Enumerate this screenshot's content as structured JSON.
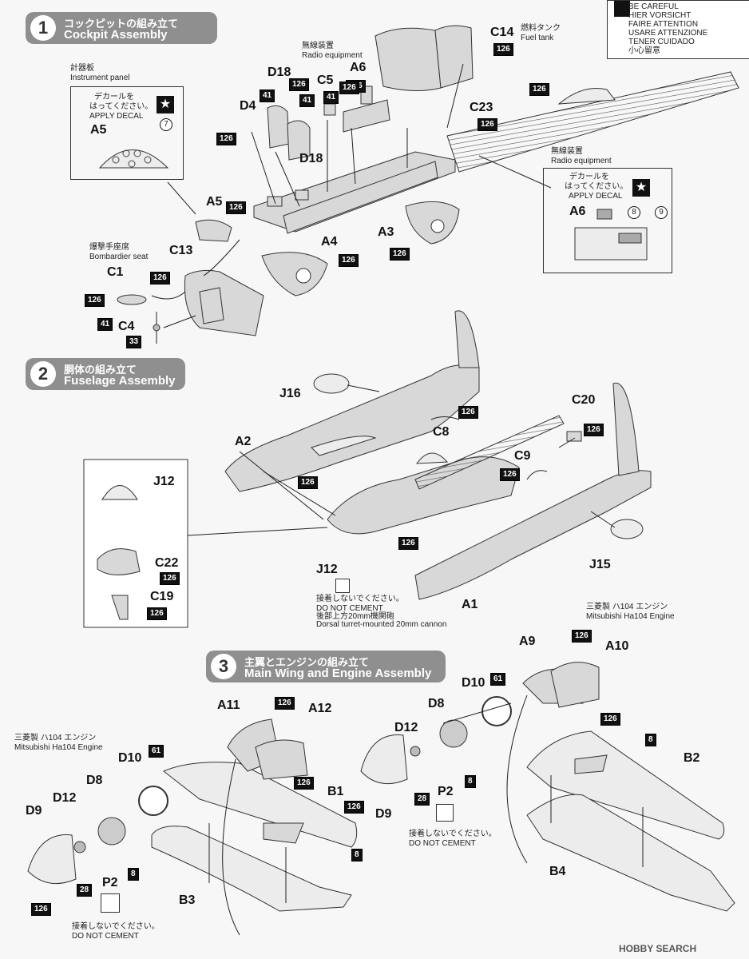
{
  "caution": {
    "lines": [
      "BE CAREFUL",
      "HIER VORSICHT",
      "FAIRE ATTENTION",
      "USARE ATTENZIONE",
      "TENER CUIDADO",
      "小心留意"
    ]
  },
  "steps": [
    {
      "num": "1",
      "jp": "コックピットの組み立て",
      "en": "Cockpit Assembly"
    },
    {
      "num": "2",
      "jp": "胴体の組み立て",
      "en": "Fuselage Assembly"
    },
    {
      "num": "3",
      "jp": "主翼とエンジンの組み立て",
      "en": "Main Wing and Engine Assembly"
    }
  ],
  "labels": {
    "instrument_panel_jp": "計器板",
    "instrument_panel_en": "Instrument panel",
    "apply_decal_jp1": "デカールを",
    "apply_decal_jp2": "はってください。",
    "apply_decal_en": "APPLY DECAL",
    "radio_jp": "無線装置",
    "radio_en": "Radio equipment",
    "fuel_jp": "燃料タンク",
    "fuel_en": "Fuel tank",
    "bombardier_jp": "爆撃手座席",
    "bombardier_en": "Bombardier seat",
    "no_cement_jp": "接着しないでください。",
    "no_cement_en": "DO NOT CEMENT",
    "cannon_jp": "後部上方20mm機関砲",
    "cannon_en": "Dorsal turret-mounted 20mm cannon",
    "engine_jp": "三菱製 ハ104 エンジン",
    "engine_en": "Mitsubishi Ha104 Engine"
  },
  "parts": {
    "a5": "A5",
    "a5b": "A5",
    "d18": "D18",
    "d18b": "D18",
    "c5": "C5",
    "a6": "A6",
    "a6b": "A6",
    "d4": "D4",
    "c14": "C14",
    "c23": "C23",
    "a4": "A4",
    "a3": "A3",
    "c13": "C13",
    "c1": "C1",
    "c4": "C4",
    "j16": "J16",
    "a2": "A2",
    "c8": "C8",
    "c20": "C20",
    "c9": "C9",
    "j12": "J12",
    "j12b": "J12",
    "c22": "C22",
    "c19": "C19",
    "a1": "A1",
    "j15": "J15",
    "a9": "A9",
    "a10": "A10",
    "d10": "D10",
    "d8": "D8",
    "d12": "D12",
    "p2": "P2",
    "d9": "D9",
    "b2": "B2",
    "b4": "B4",
    "a11": "A11",
    "a12": "A12",
    "b1": "B1",
    "b3": "B3",
    "d10b": "D10",
    "d8b": "D8",
    "d12b": "D12",
    "d9b": "D9",
    "p2b": "P2"
  },
  "colors": {
    "c126": "126",
    "c41": "41",
    "c33": "33",
    "c61": "61",
    "c8": "8",
    "c28": "28"
  },
  "decals": {
    "d7": "7",
    "d8": "8",
    "d9": "9"
  },
  "watermark": "HOBBY SEARCH"
}
